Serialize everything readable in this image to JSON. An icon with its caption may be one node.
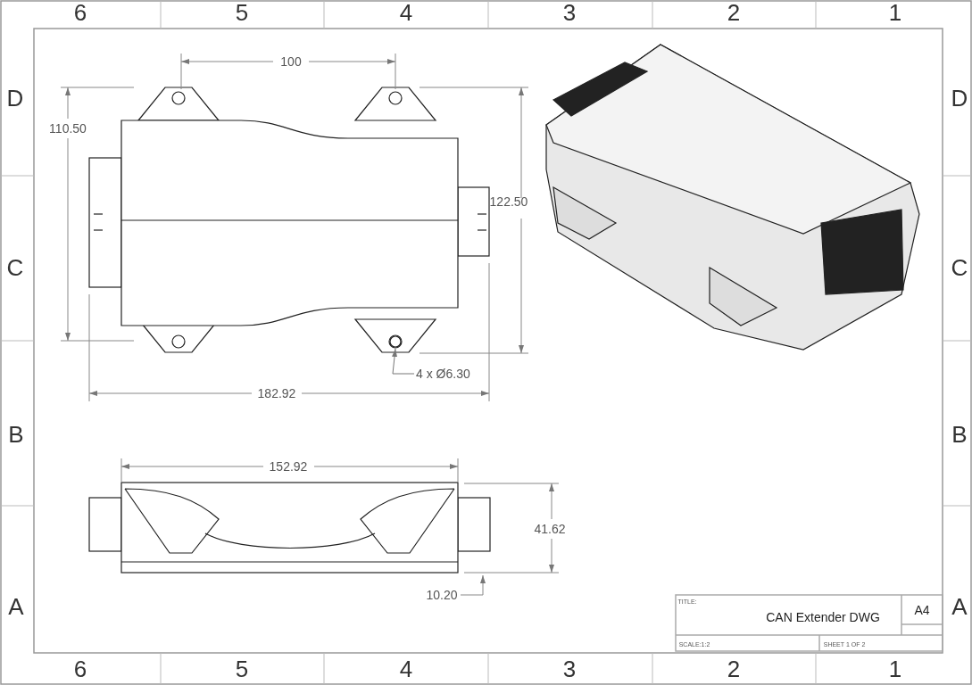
{
  "diagram": {
    "nodes": [
      {
        "text": [
          "4 x Ø6.30"
        ]
      },
      {
        "text": [],
        "shape": "circle"
      }
    ],
    "edges": [
      {
        "from": 0,
        "to": 1,
        "arrow": "to"
      }
    ],
    "labels": [
      "6",
      "5",
      "4",
      "3",
      "2",
      "1",
      "100",
      "D",
      "D",
      "110.50",
      "122.50",
      "C",
      "C",
      "182.92",
      "B",
      "B",
      "152.92",
      "41.62",
      "10.20",
      "A",
      "TITLE:",
      "A4",
      "A",
      "CAN Extender DWG",
      "SCALE:1:2",
      "SHEET 1 OF 2",
      "6",
      "5",
      "4",
      "3",
      "2",
      "1"
    ]
  }
}
